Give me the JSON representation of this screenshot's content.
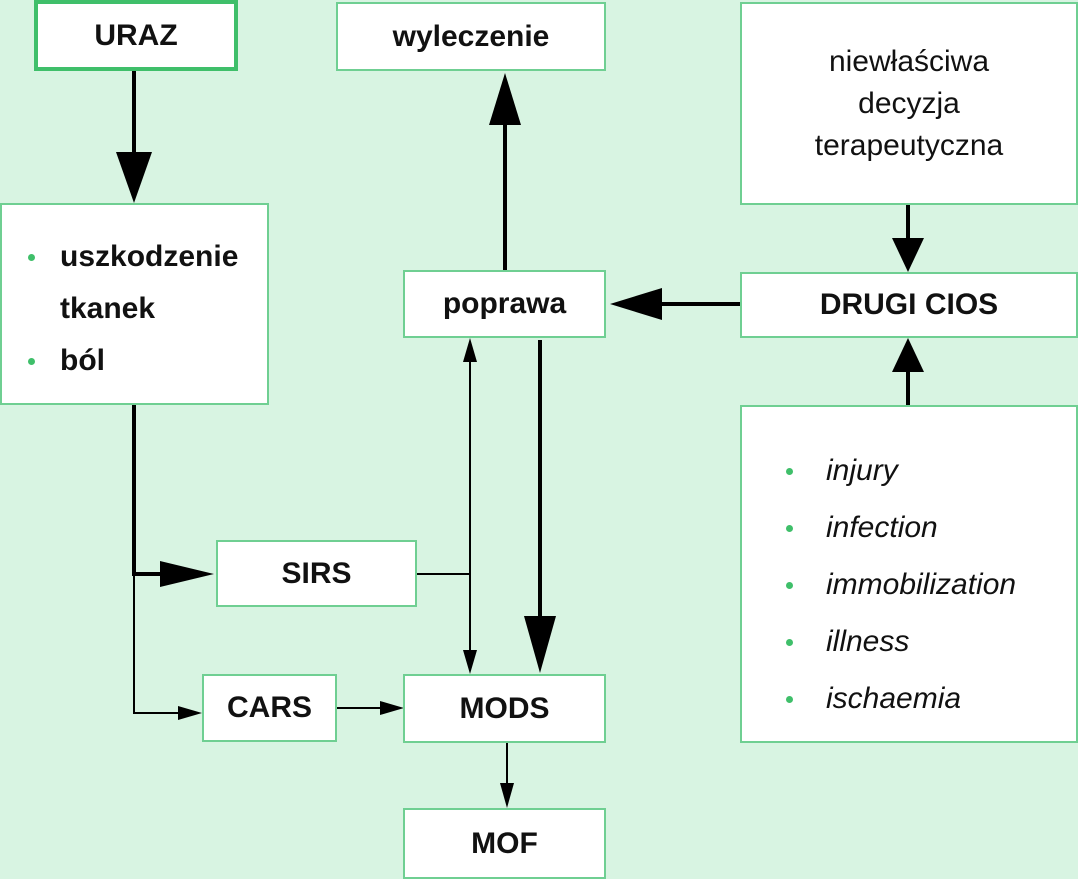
{
  "nodes": {
    "uraz": "URAZ",
    "wyleczenie": "wyleczenie",
    "decision": [
      "niewłaściwa",
      "decyzja",
      "terapeutyczna"
    ],
    "injury_effects": [
      "uszkodzenie tkanek",
      "ból"
    ],
    "poprawa": "poprawa",
    "drugi_cios": "DRUGI CIOS",
    "sirs": "SIRS",
    "cars": "CARS",
    "mods": "MODS",
    "mof": "MOF",
    "second_hit_causes": [
      "injury",
      "infection",
      "immobilization",
      "illness",
      "ischaemia"
    ]
  },
  "colors": {
    "background": "#d8f4e2",
    "box_border": "#6fcf92",
    "accent": "#3fbf6a",
    "arrow": "#000000"
  }
}
